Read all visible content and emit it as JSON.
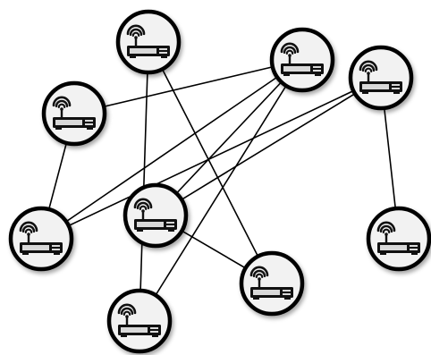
{
  "diagram": {
    "colors": {
      "background": "#ffffff",
      "edge": "#000000",
      "node_fill": "#f2f2f2",
      "node_stroke": "#000000",
      "router_body": "#111111",
      "router_panel": "#d9d9d9"
    },
    "node_icon": "wifi-router-icon",
    "nodes": [
      {
        "id": "n1"
      },
      {
        "id": "n2"
      },
      {
        "id": "n3"
      },
      {
        "id": "n4"
      },
      {
        "id": "n5"
      },
      {
        "id": "n6"
      },
      {
        "id": "n7"
      },
      {
        "id": "n8"
      },
      {
        "id": "n9"
      },
      {
        "id": "n10"
      }
    ],
    "edges": [
      {
        "from": "n1",
        "to": "n8"
      },
      {
        "from": "n1",
        "to": "n9"
      },
      {
        "from": "n2",
        "to": "n3"
      },
      {
        "from": "n2",
        "to": "n5"
      },
      {
        "from": "n3",
        "to": "n6"
      },
      {
        "from": "n3",
        "to": "n10"
      },
      {
        "from": "n4",
        "to": "n7"
      },
      {
        "from": "n4",
        "to": "n6"
      },
      {
        "from": "n5",
        "to": "n3"
      },
      {
        "from": "n5",
        "to": "n4"
      },
      {
        "from": "n6",
        "to": "n8"
      }
    ]
  }
}
